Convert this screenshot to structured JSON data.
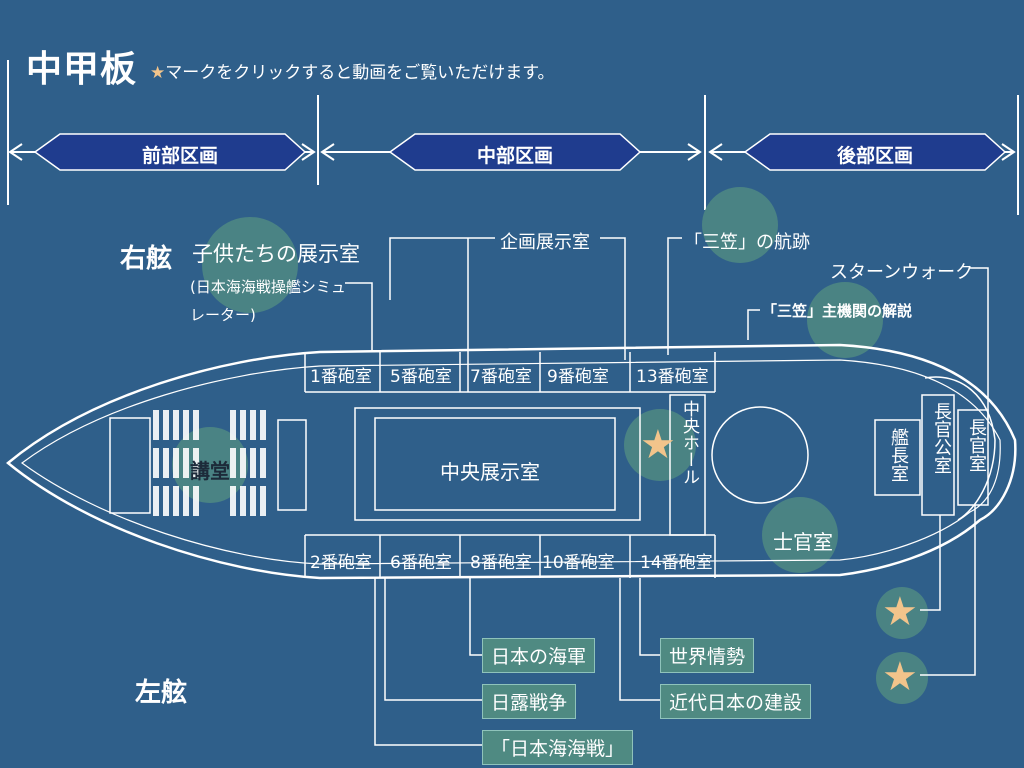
{
  "header": {
    "title": "中甲板",
    "star_glyph": "★",
    "instruction": "マークをクリックすると動画をご覧いただけます。"
  },
  "sections": {
    "front": "前部区画",
    "middle": "中部区画",
    "rear": "後部区画"
  },
  "sides": {
    "starboard": "右舷",
    "port": "左舷"
  },
  "rooms_top": [
    "1番砲室",
    "5番砲室",
    "7番砲室",
    "9番砲室",
    "13番砲室"
  ],
  "rooms_bottom": [
    "2番砲室",
    "6番砲室",
    "8番砲室",
    "10番砲室",
    "14番砲室"
  ],
  "interior": {
    "lecture_hall": "講堂",
    "central_exhibit": "中央展示室",
    "central_hall": "中央ホール",
    "captain_room": "艦長室",
    "commander_room": "長官公室",
    "commander_quarters": "長官室",
    "officers_room": "士官室"
  },
  "callouts_top": {
    "kids_room": "子供たちの展示室",
    "kids_room_sub1": "(日本海海戦操艦シミュ",
    "kids_room_sub2": "レーター)",
    "planning_room": "企画展示室",
    "mikasa_track": "「三笠」の航跡",
    "stern_walk": "スターンウォーク",
    "engine_explain": "「三笠」主機関の解説"
  },
  "callouts_bottom": {
    "navy": "日本の海軍",
    "russo_war": "日露戦争",
    "tsushima": "「日本海海戦」",
    "world_affairs": "世界情勢",
    "modern_japan": "近代日本の建設"
  },
  "colors": {
    "background": "#2f5f8a",
    "section_banner": "#1f3c8e",
    "highlight_circle": "#4f8a82",
    "star": "#f2c48b"
  }
}
